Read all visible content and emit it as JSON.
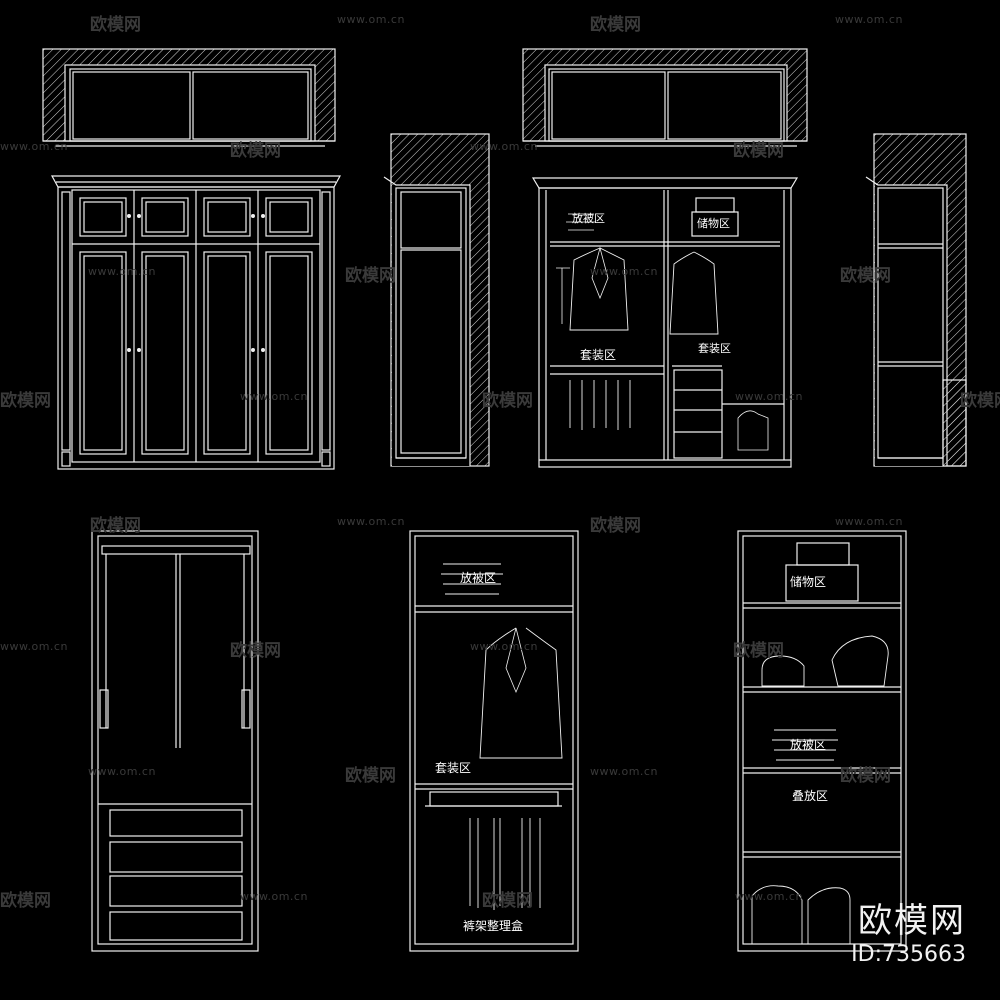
{
  "watermark": {
    "logo_text": "欧模网",
    "url_text": "www.om.cn"
  },
  "labels": {
    "quilt_zone": "放被区",
    "storage_zone": "储物区",
    "suit_zone": "套装区",
    "fold_zone": "叠放区",
    "pants_rack": "裤架整理盒"
  },
  "brand": {
    "name": "欧模网",
    "id": "ID:735663"
  },
  "colors": {
    "background": "#000000",
    "line": "#ffffff",
    "watermark": "#3a3a3a"
  }
}
